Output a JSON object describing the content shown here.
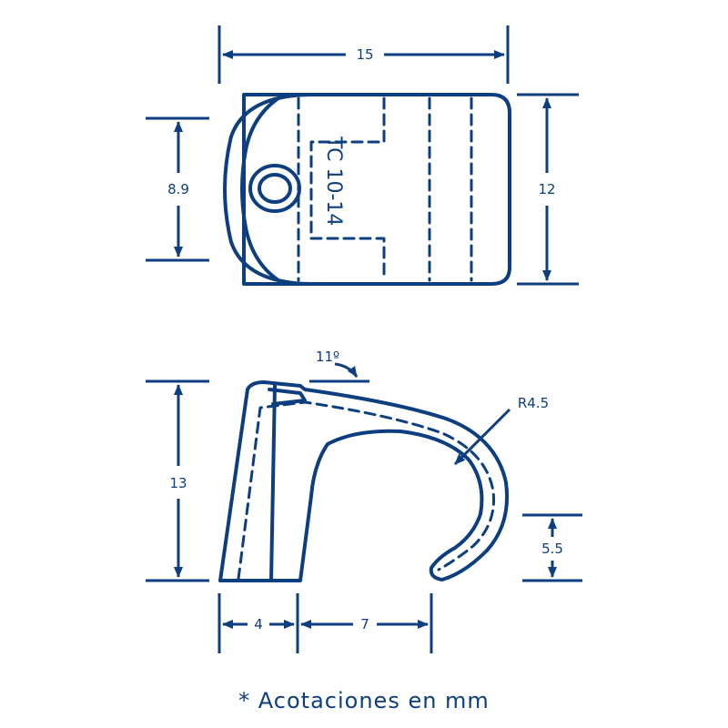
{
  "colors": {
    "stroke": "#0d3f80",
    "background": "#ffffff"
  },
  "top_view": {
    "marking": "TC 10-14",
    "dimensions": {
      "width": "15",
      "height_left": "8.9",
      "height_right": "12"
    }
  },
  "side_view": {
    "dimensions": {
      "angle": "11º",
      "radius": "R4.5",
      "height": "13",
      "hook_height": "5.5",
      "base_width": "4",
      "opening_width": "7"
    }
  },
  "footnote": "* Acotaciones en mm"
}
